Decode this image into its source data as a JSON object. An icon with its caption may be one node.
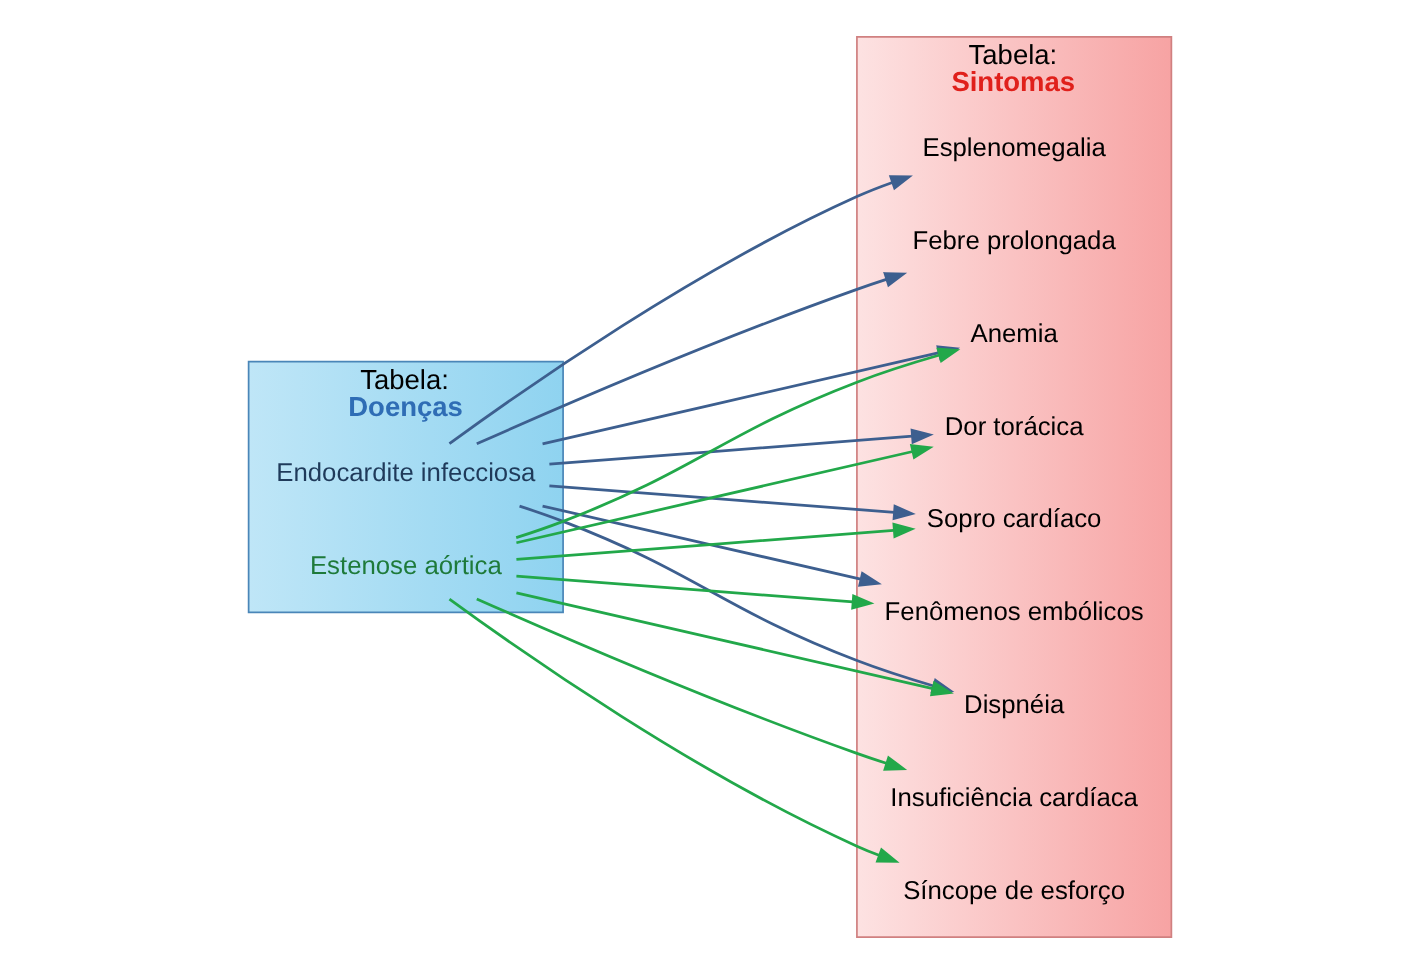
{
  "diagram": {
    "nodes": [
      {
        "text": [
          "Tabela:",
          "Doenças"
        ]
      },
      {
        "text": [
          "Endocardite infecciosa"
        ],
        "in": 0
      },
      {
        "text": [
          "Estenose aórtica"
        ],
        "in": 0
      },
      {
        "text": [
          "Tabela:",
          "Sintomas"
        ]
      },
      {
        "text": [
          "Febre prolongada"
        ],
        "in": 3
      },
      {
        "text": [
          "Sopro cardíaco"
        ],
        "in": 3
      },
      {
        "text": [
          "Fenômenos embólicos"
        ],
        "in": 3
      },
      {
        "text": [
          "Esplenomegalia"
        ],
        "in": 3
      },
      {
        "text": [
          "Anemia"
        ],
        "in": 3
      },
      {
        "text": [
          "Síncope de esforço"
        ],
        "in": 3
      },
      {
        "text": [
          "Dor torácica"
        ],
        "in": 3
      },
      {
        "text": [
          "Insuficiência cardíaca"
        ],
        "in": 3
      },
      {
        "text": [
          "Dispnéia"
        ],
        "in": 3
      }
    ],
    "edges": [
      {
        "from": 1,
        "to": 4,
        "arrow": "to",
        "color": "#3d5f8f"
      },
      {
        "from": 1,
        "to": 5,
        "arrow": "to",
        "color": "#3d5f8f"
      },
      {
        "from": 1,
        "to": 6,
        "arrow": "to",
        "color": "#3d5f8f"
      },
      {
        "from": 1,
        "to": 7,
        "arrow": "to",
        "color": "#3d5f8f"
      },
      {
        "from": 1,
        "to": 8,
        "arrow": "to",
        "color": "#3d5f8f"
      },
      {
        "from": 1,
        "to": 10,
        "arrow": "to",
        "color": "#3d5f8f"
      },
      {
        "from": 1,
        "to": 12,
        "arrow": "to",
        "color": "#3d5f8f"
      },
      {
        "from": 2,
        "to": 5,
        "arrow": "to",
        "color": "#22a84a"
      },
      {
        "from": 2,
        "to": 6,
        "arrow": "to",
        "color": "#22a84a"
      },
      {
        "from": 2,
        "to": 8,
        "arrow": "to",
        "color": "#22a84a"
      },
      {
        "from": 2,
        "to": 9,
        "arrow": "to",
        "color": "#22a84a"
      },
      {
        "from": 2,
        "to": 10,
        "arrow": "to",
        "color": "#22a84a"
      },
      {
        "from": 2,
        "to": 11,
        "arrow": "to",
        "color": "#22a84a"
      },
      {
        "from": 2,
        "to": 12,
        "arrow": "to",
        "color": "#22a84a"
      }
    ]
  }
}
